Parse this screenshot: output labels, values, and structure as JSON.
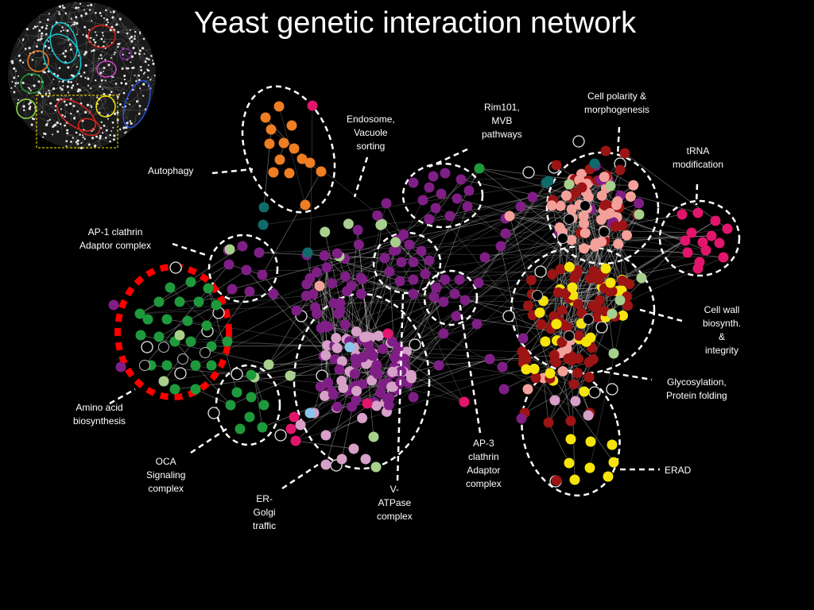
{
  "slide": {
    "title": "Yeast genetic interaction network"
  },
  "colors": {
    "background": "#000000",
    "edge": "#bfbfbf",
    "orange": "#ef7d22",
    "magenta": "#e2156c",
    "purple": "#7f1f86",
    "light_pink": "#d6a0c8",
    "salmon": "#f4a09a",
    "dark_red": "#9c1414",
    "yellow": "#f5e40c",
    "green": "#1e9a3c",
    "light_green": "#a8d08d",
    "teal": "#0f6b6b",
    "light_blue": "#87c6ea",
    "black_node": "#000000",
    "dashed_outline": "#ffffff",
    "highlight_outline": "#ff0000",
    "inset_box": "#d9c200"
  },
  "clusters": [
    {
      "id": "autophagy",
      "label": "Autophagy"
    },
    {
      "id": "endosome",
      "label": "Endosome,\nVacuole\nsorting"
    },
    {
      "id": "rim101",
      "label": "Rim101,\nMVB\npathways"
    },
    {
      "id": "cell_polarity",
      "label": "Cell polarity &\nmorphogenesis"
    },
    {
      "id": "trna",
      "label": "tRNA\nmodification"
    },
    {
      "id": "ap1",
      "label": "AP-1 clathrin\nAdaptor complex"
    },
    {
      "id": "cell_wall",
      "label": "Cell wall\nbiosynth.\n&\nintegrity"
    },
    {
      "id": "glyco",
      "label": "Glycosylation,\nProtein folding"
    },
    {
      "id": "amino",
      "label": "Amino acid\nbiosynthesis"
    },
    {
      "id": "oca",
      "label": "OCA\nSignaling\ncomplex"
    },
    {
      "id": "ergolgi",
      "label": "ER-\nGolgi\ntraffic"
    },
    {
      "id": "vatpase",
      "label": "V-\nATPase\ncomplex"
    },
    {
      "id": "ap3",
      "label": "AP-3\nclathrin\nAdaptor\ncomplex"
    },
    {
      "id": "erad",
      "label": "ERAD"
    }
  ],
  "inset": {
    "name": "global-network-thumbnail"
  }
}
